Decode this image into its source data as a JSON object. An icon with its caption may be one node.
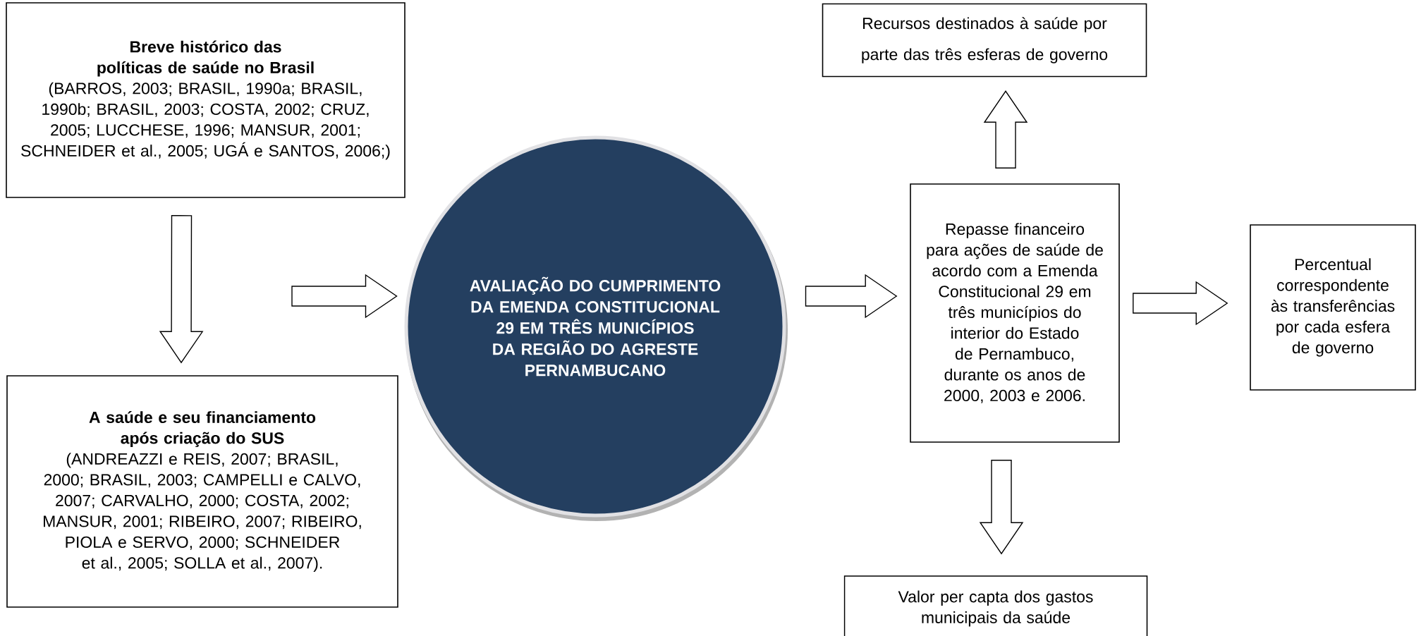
{
  "diagram": {
    "nodes": [
      {
        "text": [
          "Breve histórico das políticas de saúde no Brasil",
          "(BARROS, 2003; BRASIL, 1990a; BRASIL, 1990b; BRASIL, 2003; COSTA, 2002; CRUZ, 2005; LUCCHESE, 1996; MANSUR, 2001; SCHNEIDER et al., 2005; UGÁ e SANTOS, 2006;)"
        ]
      },
      {
        "text": [
          "A saúde e seu financiamento após criação do SUS",
          "(ANDREAZZI e REIS, 2007; BRASIL, 2000; BRASIL, 2003; CAMPELLI e CALVO, 2007; CARVALHO, 2000; COSTA, 2002; MANSUR, 2001; RIBEIRO, 2007; RIBEIRO, PIOLA e SERVO, 2000; SCHNEIDER et al., 2005; SOLLA et al., 2007)."
        ]
      },
      {
        "text": [
          "AVALIAÇÃO DO CUMPRIMENTO DA EMENDA CONSTITUCIONAL 29 EM TRÊS MUNICÍPIOS DA REGIÃO DO AGRESTE PERNAMBUCANO"
        ]
      },
      {
        "text": [
          "Repasse financeiro para ações de saúde de acordo com a Emenda Constitucional 29 em três municípios do interior do Estado de Pernambuco, durante os anos de 2000, 2003 e 2006."
        ]
      },
      {
        "text": [
          "Recursos destinados à saúde por parte das três esferas de governo"
        ]
      },
      {
        "text": [
          "Percentual correspondente às transferências por cada esfera de governo"
        ]
      },
      {
        "text": [
          "Valor per capta dos gastos municipais da saúde"
        ]
      }
    ],
    "edges": [
      {
        "from": 0,
        "to": 1,
        "arrow": "to"
      },
      {
        "from": null,
        "to": 2,
        "arrow": "to"
      },
      {
        "from": 2,
        "to": 3,
        "arrow": "to"
      },
      {
        "from": 3,
        "to": 4,
        "arrow": "to"
      },
      {
        "from": 3,
        "to": 5,
        "arrow": "to"
      },
      {
        "from": 3,
        "to": 6,
        "arrow": "to"
      }
    ]
  }
}
